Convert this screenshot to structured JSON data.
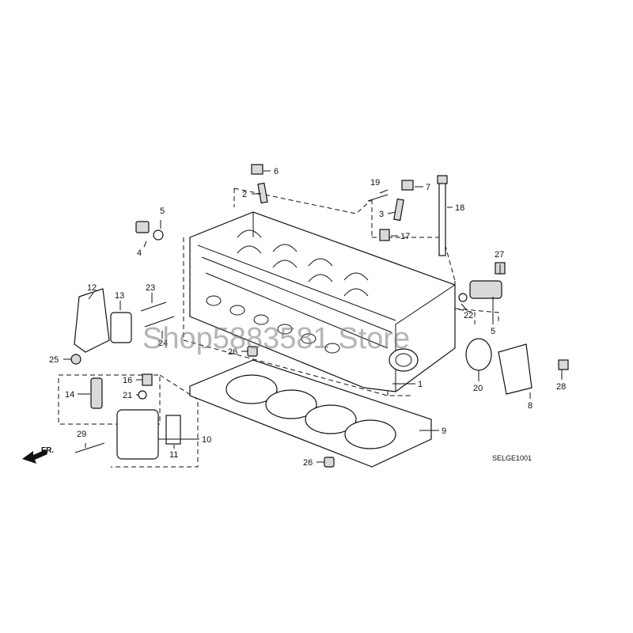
{
  "diagram": {
    "watermark": "Shop5883581 Store",
    "diagram_code": "SELGE1001",
    "direction_label": "FR.",
    "callouts": [
      "1",
      "2",
      "3",
      "4",
      "5",
      "5",
      "6",
      "7",
      "8",
      "9",
      "10",
      "11",
      "12",
      "13",
      "14",
      "16",
      "17",
      "18",
      "19",
      "20",
      "21",
      "22",
      "23",
      "24",
      "25",
      "26",
      "26",
      "27",
      "28",
      "29"
    ]
  }
}
